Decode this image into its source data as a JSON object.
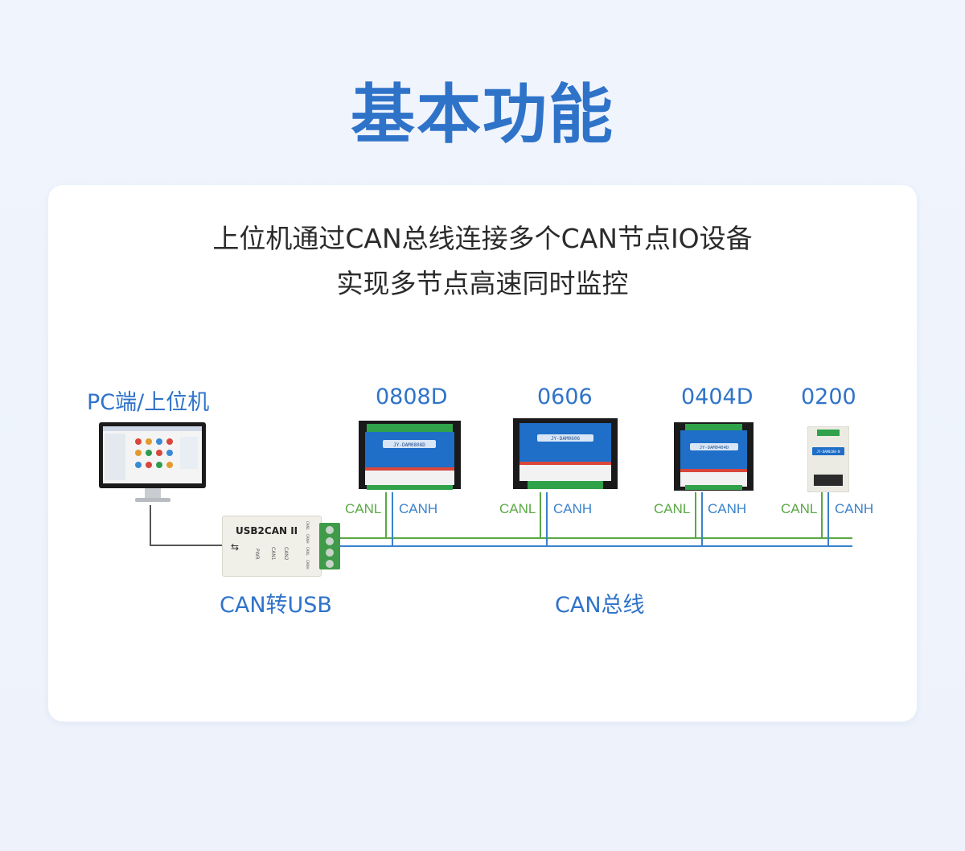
{
  "title": "基本功能",
  "subtitle": {
    "line1": "上位机通过CAN总线连接多个CAN节点IO设备",
    "line2": "实现多节点高速同时监控"
  },
  "pc": {
    "label": "PC端/上位机"
  },
  "converter": {
    "label": "CAN转USB",
    "model": "USB2CAN II",
    "leds": [
      "PWR",
      "CAN1",
      "CAN2"
    ],
    "port_labels": [
      "CANL",
      "CANH",
      "CANL",
      "CANH"
    ]
  },
  "bus": {
    "label": "CAN总线"
  },
  "nodes": [
    {
      "model": "0808D",
      "device_label": "JY-DAM0808D",
      "canl": "CANL",
      "canh": "CANH"
    },
    {
      "model": "0606",
      "device_label": "JY-DAM0606",
      "canl": "CANL",
      "canh": "CANH"
    },
    {
      "model": "0404D",
      "device_label": "JY-DAM0404D",
      "canl": "CANL",
      "canh": "CANH"
    },
    {
      "model": "0200",
      "device_label": "JY-DAM0200-N",
      "canl": "CANL",
      "canh": "CANH"
    }
  ],
  "colors": {
    "accent": "#2f73c9",
    "canl_wire": "#5aa843",
    "canh_wire": "#3b82cc",
    "module_blue": "#1f6ec7"
  }
}
